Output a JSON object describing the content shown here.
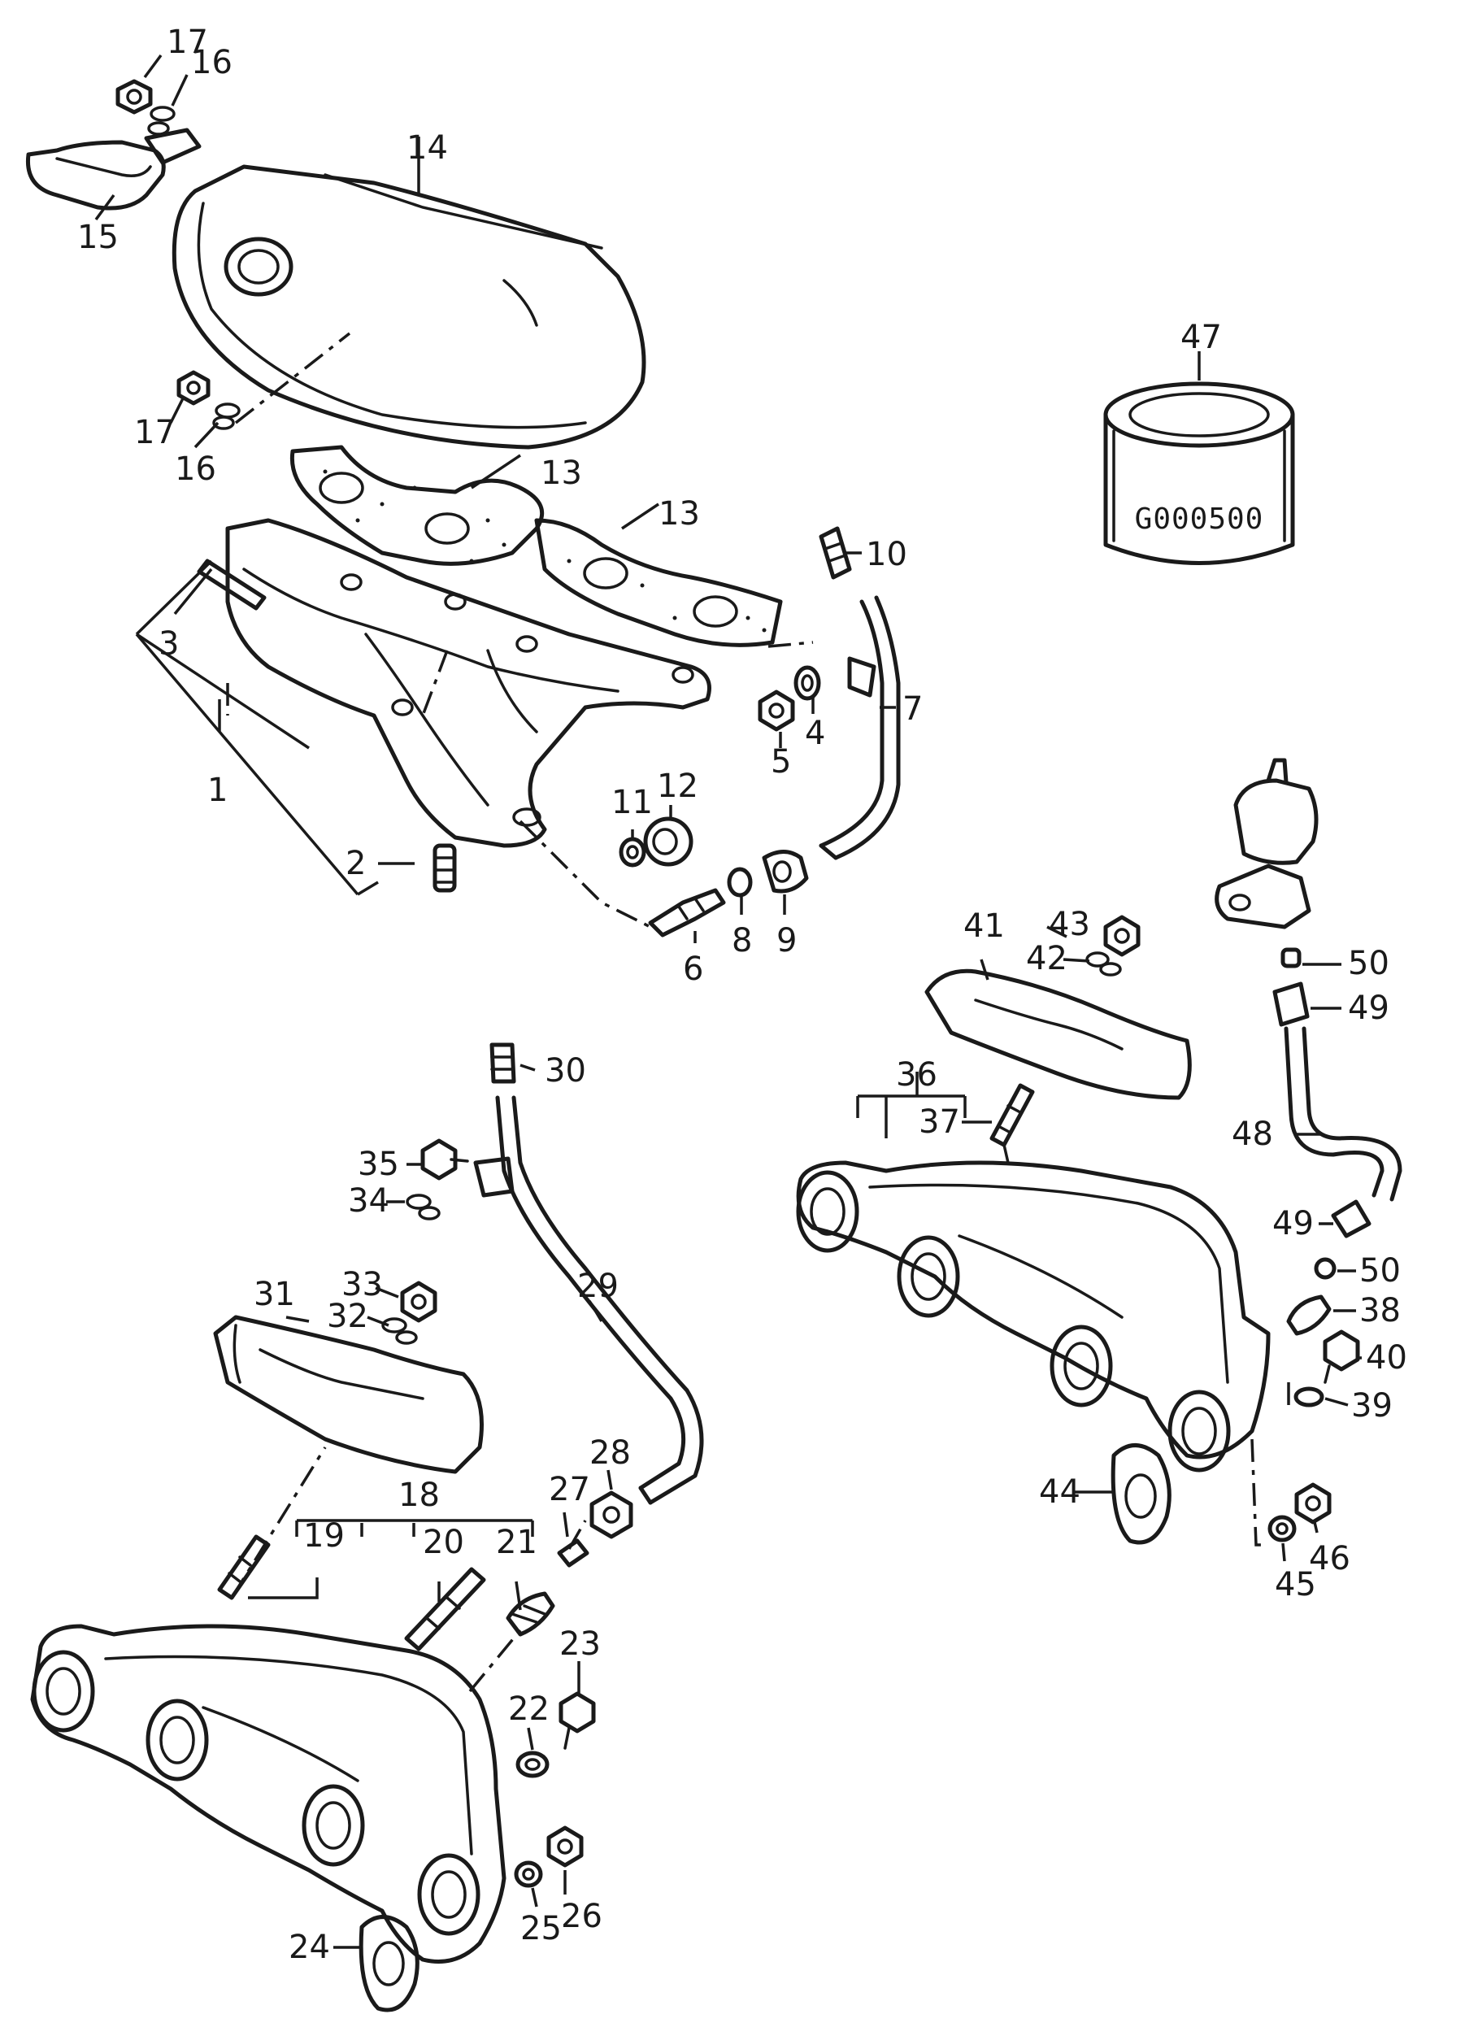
{
  "reference_code": "G000500",
  "callouts": {
    "c1": "1",
    "c2": "2",
    "c3": "3",
    "c4": "4",
    "c5": "5",
    "c6": "6",
    "c7": "7",
    "c8": "8",
    "c9": "9",
    "c10": "10",
    "c11": "11",
    "c12": "12",
    "c13a": "13",
    "c13b": "13",
    "c14": "14",
    "c15": "15",
    "c16a": "16",
    "c16b": "16",
    "c17a": "17",
    "c17b": "17",
    "c18": "18",
    "c19": "19",
    "c20": "20",
    "c21": "21",
    "c22": "22",
    "c23": "23",
    "c24": "24",
    "c25": "25",
    "c26": "26",
    "c27": "27",
    "c28": "28",
    "c29": "29",
    "c30": "30",
    "c31": "31",
    "c32": "32",
    "c33": "33",
    "c34": "34",
    "c35": "35",
    "c36": "36",
    "c37": "37",
    "c38": "38",
    "c39": "39",
    "c40": "40",
    "c41": "41",
    "c42": "42",
    "c43": "43",
    "c44": "44",
    "c45": "45",
    "c46": "46",
    "c47": "47",
    "c48": "48",
    "c49a": "49",
    "c49b": "49",
    "c50a": "50",
    "c50b": "50"
  }
}
